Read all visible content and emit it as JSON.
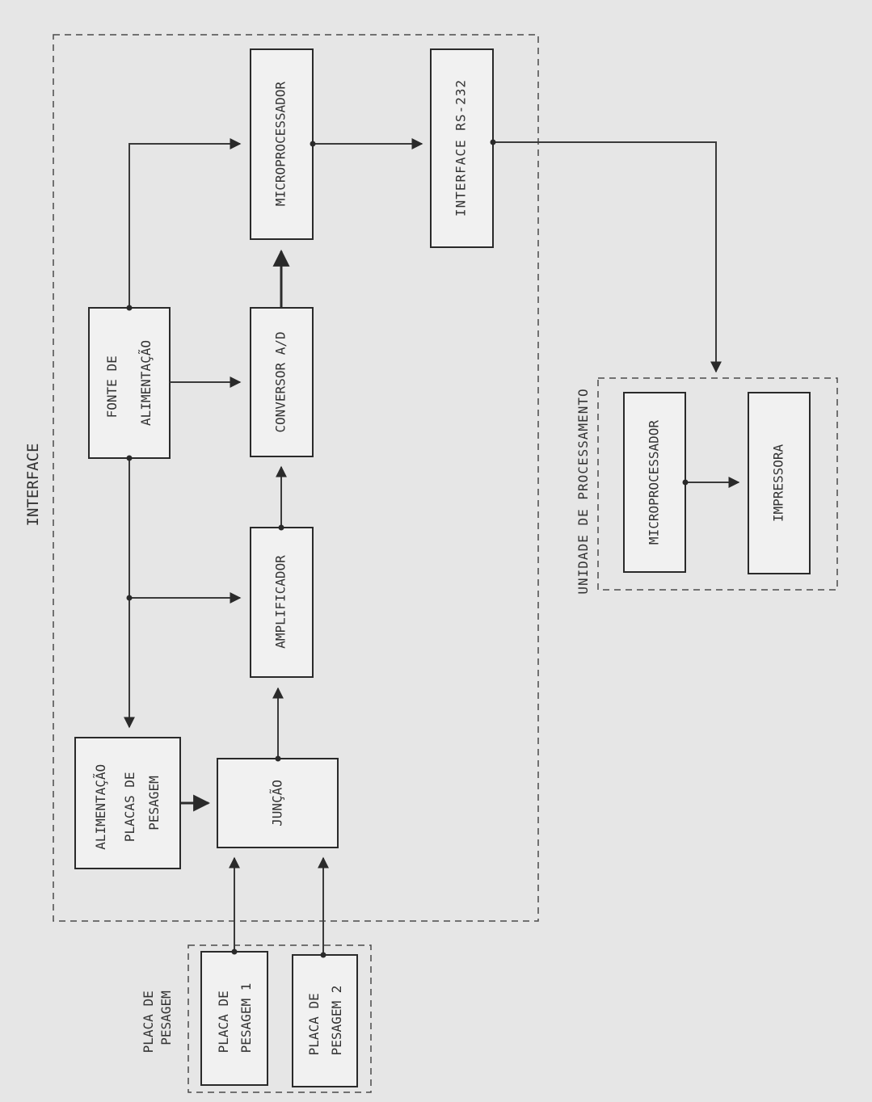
{
  "groups": {
    "interface": "INTERFACE",
    "unidade": "UNIDADE DE PROCESSAMENTO",
    "placa": [
      "PLACA DE",
      "PESAGEM"
    ]
  },
  "blocks": {
    "microprocessador_1": "MICROPROCESSADOR",
    "interface_rs232": "INTERFACE  RS-232",
    "fonte": [
      "FONTE  DE",
      "ALIMENTAÇÃO"
    ],
    "conversor": "CONVERSOR  A/D",
    "amplificador": "AMPLIFICADOR",
    "alimentacao": [
      "ALIMENTAÇÃO",
      "PLACAS DE",
      "PESAGEM"
    ],
    "juncao": "JUNÇÃO",
    "placa1": [
      "PLACA DE",
      "PESAGEM  1"
    ],
    "placa2": [
      "PLACA DE",
      "PESAGEM  2"
    ],
    "microprocessador_2": "MICROPROCESSADOR",
    "impressora": "IMPRESSORA"
  }
}
